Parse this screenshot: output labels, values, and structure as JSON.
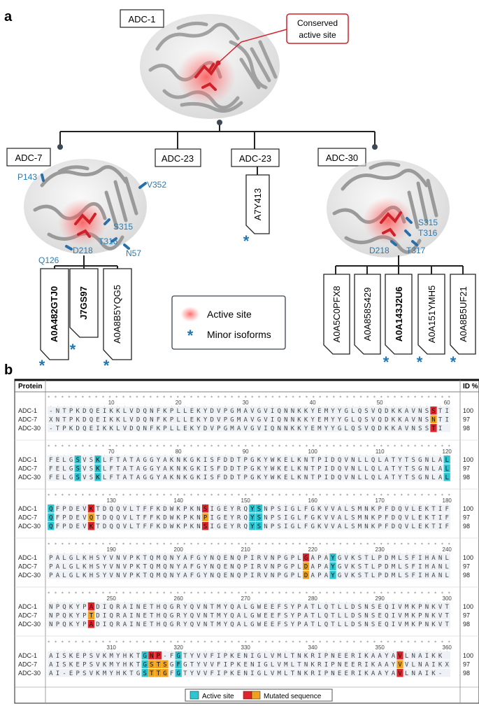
{
  "panel_a": {
    "label": "a",
    "root_box": "ADC-1",
    "callout": [
      "Conserved",
      "active site"
    ],
    "families": [
      {
        "name": "ADC-7"
      },
      {
        "name": "ADC-23"
      },
      {
        "name": "ADC-23"
      },
      {
        "name": "ADC-30"
      }
    ],
    "adc7_residues": [
      "P143",
      "V352",
      "S315",
      "T316",
      "D218",
      "Q126",
      "N57"
    ],
    "adc30_residues": [
      "S315",
      "T316",
      "D218",
      "T317"
    ],
    "adc7_isoforms": [
      {
        "id": "A0A482GTJ0",
        "bold": true,
        "minor": true
      },
      {
        "id": "J7GS97",
        "bold": true,
        "minor": true
      },
      {
        "id": "A0A8B5YQG5",
        "bold": false,
        "minor": true
      }
    ],
    "adc23_isoform": {
      "id": "A7Y413",
      "minor": true
    },
    "adc30_isoforms": [
      {
        "id": "A0A5C0PFX8",
        "bold": false,
        "minor": false
      },
      {
        "id": "A0A858S429",
        "bold": false,
        "minor": false
      },
      {
        "id": "A0A143J2U6",
        "bold": true,
        "minor": true
      },
      {
        "id": "A0A151YMH5",
        "bold": false,
        "minor": true
      },
      {
        "id": "A0A8B5UF21",
        "bold": false,
        "minor": true
      }
    ],
    "legend": {
      "active_site": "Active site",
      "minor": "Minor isoforms"
    },
    "colors": {
      "active": "#e8202a",
      "asterisk": "#1f77b4",
      "residue": "#2a7ab0",
      "line": "#222222"
    }
  },
  "panel_b": {
    "label": "b",
    "header_protein": "Protein",
    "header_id": "ID %",
    "proteins": [
      "ADC-1",
      "ADC-7",
      "ADC-30"
    ],
    "ids": [
      "100",
      "97",
      "98"
    ],
    "blocks": [
      {
        "ruler": [
          "10",
          "20",
          "30",
          "40",
          "50",
          "60"
        ],
        "rows": [
          "-NTPKDQEIKKLVDQNFKPLLEKYDVPGMAVGVIQNNKKYEMYYGLQSVQDKKAVNSSTI",
          "XNTPKDQEIKKLVDQNFKPLLEKYDVPGMAVGVIQNNKKYEMYYGLQSVQDKKAVNSNTI",
          "-TPKDQEIKKLVDQNFKPLLEKYDVPGMAVGVIQNNKKYEMYYGLQSVQDKKAVNSSTI"
        ]
      },
      {
        "ruler": [
          "70",
          "80",
          "90",
          "100",
          "110",
          "120"
        ],
        "rows": [
          "FELGSVSKLFTATAGGYAKNKGKISFDDTPGKYWKELKNTPIDQVNLLQLATYTSGNLAL",
          "FELGSVSKLFTATAGGYAKNKGKISFDDTPGKYWKELKNTPIDQVNLLQLATYTSGNLAL",
          "FELGSVSKLFTATAGGYAKNKGKISFDDTPGKYWKELKNTPIDQVNLLQLATYTSGNLAL"
        ]
      },
      {
        "ruler": [
          "130",
          "140",
          "150",
          "160",
          "170",
          "180"
        ],
        "rows": [
          "QFPDEVKTDQQVLTFFKDWKPKNSIGEYRQYSNPSIGLFGKVVALSMNKPFDQVLEKTIF",
          "QFPDEVQTDQQVLTFFKDWKPKNPIGEYRQYSNPSIGLFGKVVALSMNKPFDQVLEKTIF",
          "QFPDEVKTDQQVLTFFKDWKPKNSIGEYRQYSNPSIGLFGKVVALSMNKPFDQVLEKTIF"
        ]
      },
      {
        "ruler": [
          "190",
          "200",
          "210",
          "220",
          "230",
          "240"
        ],
        "rows": [
          "PALGLKHSYVNVPKTQMQNYAFGYNQENQPIRVNPGPLGAPAYGVKSTLPDMLSFIHANL",
          "PALGLKHSYVNVPKTQMQNYAFGYNQENQPIRVNPGPLDAPAYGVKSTLPDMLSFIHANL",
          "PALGLKHSYVNVPKTQMQNYAFGYNQENQPIRVNPGPLDAPAYGVKSTLPDMLSFIHANL"
        ]
      },
      {
        "ruler": [
          "250",
          "260",
          "270",
          "280",
          "290",
          "300"
        ],
        "rows": [
          "NPQKYPADIQRAINETHQGRYQVNTMYQALGWEEFSYPATLQTLLDSNSEQIVMKPNKVT",
          "NPQKYPTDIQRAINETHQGRYQVNTMYQALGWEEFSYPATLQTLLDSNSEQIVMKPNKVT",
          "NPQKYPADIQRAINETHQGRYQVNTMYQALGWEEFSYPATLQTLLDSNSEQIVMKPNKVT"
        ]
      },
      {
        "ruler": [
          "310",
          "320",
          "330",
          "340",
          "350",
          "360"
        ],
        "rows": [
          "AISKEPSVKMYHKTGNP-FGTYVVFIPKENIGLVMLTNKRIPNEERIKAAYAVLNAIKK",
          "AISKEPSVKMYHKTGSTSGFGTYVVFIPKENIGLVMLTNKRIPNEERIKAAYVVLNAIKX",
          "AI-EPSVKMYHKTGSTTGFGTYVVFIPKENIGLVMLTNKRIPNEERIKAAYAVLNAIK-"
        ]
      }
    ],
    "highlights": [
      {
        "b": 0,
        "r": 0,
        "c": 57,
        "t": "red"
      },
      {
        "b": 0,
        "r": 1,
        "c": 57,
        "t": "orange"
      },
      {
        "b": 0,
        "r": 2,
        "c": 57,
        "t": "red"
      },
      {
        "b": 1,
        "r": 0,
        "c": 4,
        "t": "cyan"
      },
      {
        "b": 1,
        "r": 1,
        "c": 4,
        "t": "cyan"
      },
      {
        "b": 1,
        "r": 2,
        "c": 4,
        "t": "cyan"
      },
      {
        "b": 1,
        "r": 0,
        "c": 7,
        "t": "cyan"
      },
      {
        "b": 1,
        "r": 1,
        "c": 7,
        "t": "cyan"
      },
      {
        "b": 1,
        "r": 2,
        "c": 7,
        "t": "cyan"
      },
      {
        "b": 1,
        "r": 0,
        "c": 59,
        "t": "cyan"
      },
      {
        "b": 1,
        "r": 1,
        "c": 59,
        "t": "cyan"
      },
      {
        "b": 1,
        "r": 2,
        "c": 59,
        "t": "cyan"
      },
      {
        "b": 2,
        "r": 0,
        "c": 0,
        "t": "cyan"
      },
      {
        "b": 2,
        "r": 1,
        "c": 0,
        "t": "cyan"
      },
      {
        "b": 2,
        "r": 2,
        "c": 0,
        "t": "cyan"
      },
      {
        "b": 2,
        "r": 0,
        "c": 6,
        "t": "red"
      },
      {
        "b": 2,
        "r": 1,
        "c": 6,
        "t": "orange"
      },
      {
        "b": 2,
        "r": 2,
        "c": 6,
        "t": "red"
      },
      {
        "b": 2,
        "r": 0,
        "c": 23,
        "t": "red"
      },
      {
        "b": 2,
        "r": 1,
        "c": 23,
        "t": "orange"
      },
      {
        "b": 2,
        "r": 2,
        "c": 23,
        "t": "red"
      },
      {
        "b": 2,
        "r": 0,
        "c": 30,
        "t": "cyan"
      },
      {
        "b": 2,
        "r": 1,
        "c": 30,
        "t": "cyan"
      },
      {
        "b": 2,
        "r": 2,
        "c": 30,
        "t": "cyan"
      },
      {
        "b": 2,
        "r": 0,
        "c": 31,
        "t": "cyan"
      },
      {
        "b": 2,
        "r": 1,
        "c": 31,
        "t": "cyan"
      },
      {
        "b": 2,
        "r": 2,
        "c": 31,
        "t": "cyan"
      },
      {
        "b": 3,
        "r": 0,
        "c": 38,
        "t": "red"
      },
      {
        "b": 3,
        "r": 1,
        "c": 38,
        "t": "orange"
      },
      {
        "b": 3,
        "r": 2,
        "c": 38,
        "t": "orange"
      },
      {
        "b": 3,
        "r": 0,
        "c": 42,
        "t": "cyan"
      },
      {
        "b": 3,
        "r": 1,
        "c": 42,
        "t": "cyan"
      },
      {
        "b": 3,
        "r": 2,
        "c": 42,
        "t": "cyan"
      },
      {
        "b": 4,
        "r": 0,
        "c": 6,
        "t": "red"
      },
      {
        "b": 4,
        "r": 1,
        "c": 6,
        "t": "orange"
      },
      {
        "b": 4,
        "r": 2,
        "c": 6,
        "t": "red"
      },
      {
        "b": 5,
        "r": 0,
        "c": 14,
        "t": "cyan"
      },
      {
        "b": 5,
        "r": 1,
        "c": 14,
        "t": "cyan"
      },
      {
        "b": 5,
        "r": 2,
        "c": 14,
        "t": "cyan"
      },
      {
        "b": 5,
        "r": 0,
        "c": 15,
        "t": "red"
      },
      {
        "b": 5,
        "r": 1,
        "c": 15,
        "t": "orange"
      },
      {
        "b": 5,
        "r": 2,
        "c": 15,
        "t": "orange"
      },
      {
        "b": 5,
        "r": 0,
        "c": 16,
        "t": "red"
      },
      {
        "b": 5,
        "r": 1,
        "c": 16,
        "t": "orange"
      },
      {
        "b": 5,
        "r": 2,
        "c": 16,
        "t": "orange"
      },
      {
        "b": 5,
        "r": 1,
        "c": 17,
        "t": "orange"
      },
      {
        "b": 5,
        "r": 2,
        "c": 17,
        "t": "orange"
      },
      {
        "b": 5,
        "r": 0,
        "c": 19,
        "t": "cyan"
      },
      {
        "b": 5,
        "r": 1,
        "c": 19,
        "t": "cyan"
      },
      {
        "b": 5,
        "r": 2,
        "c": 19,
        "t": "cyan"
      },
      {
        "b": 5,
        "r": 0,
        "c": 52,
        "t": "red"
      },
      {
        "b": 5,
        "r": 1,
        "c": 52,
        "t": "orange"
      },
      {
        "b": 5,
        "r": 2,
        "c": 52,
        "t": "red"
      },
      {
        "b": 5,
        "r": 0,
        "c": 59,
        "t": "red"
      }
    ],
    "legend": {
      "active_site": "Active site",
      "mutated": "Mutated sequence"
    },
    "colors": {
      "cyan": "#2ac6d2",
      "red": "#e0242a",
      "orange": "#f0a21c",
      "row_bg": "#eef2f6",
      "grid_dot": "#777777"
    }
  }
}
